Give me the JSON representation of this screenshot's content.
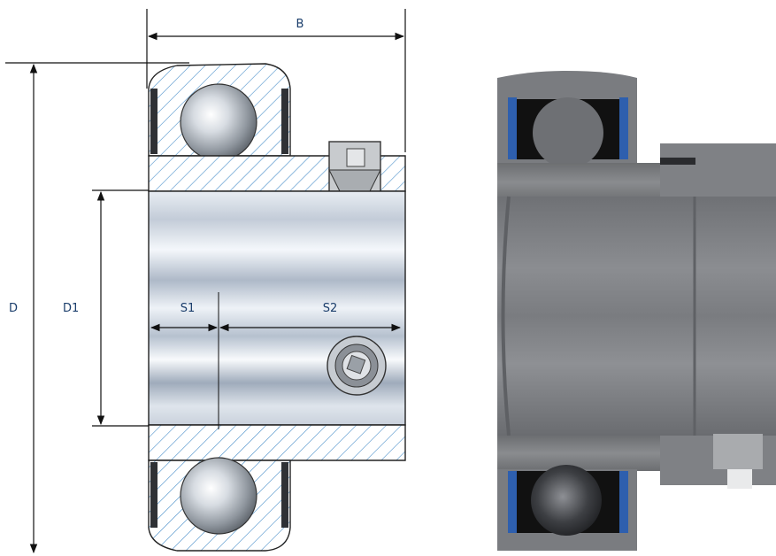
{
  "labels": {
    "b": "B",
    "d": "D",
    "d1": "D1",
    "s1": "S1",
    "s2": "S2"
  },
  "colors": {
    "dimension_line": "#111111",
    "label_text": "#1a3d6b",
    "hatch": "#4a8fc9",
    "outline": "#222222",
    "seal_blue": "#2e5fae",
    "steel_gray": "#77797c"
  }
}
